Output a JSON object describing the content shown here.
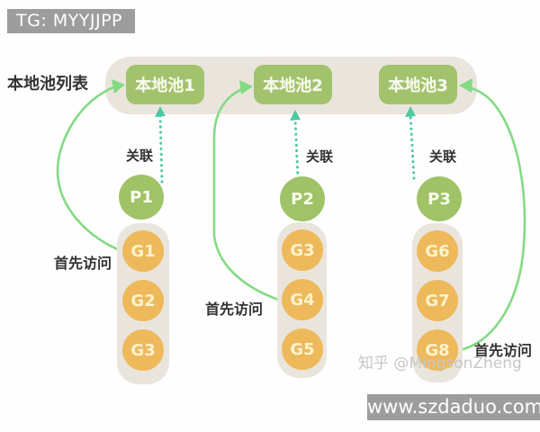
{
  "banners": {
    "tg": "TG: MYYJJPP",
    "zhihu": "知乎 @MingsonZheng",
    "site": "www.szdaduo.com"
  },
  "diagram": {
    "pool_list_label": "本地池列表",
    "pools": [
      {
        "label": "本地池1"
      },
      {
        "label": "本地池2"
      },
      {
        "label": "本地池3"
      }
    ],
    "assoc_labels": [
      "关联",
      "关联",
      "关联"
    ],
    "first_access_labels": [
      "首先访问",
      "首先访问",
      "首先访问"
    ],
    "p_nodes": [
      {
        "label": "P1"
      },
      {
        "label": "P2"
      },
      {
        "label": "P3"
      }
    ],
    "g_columns": [
      {
        "items": [
          "G1",
          "G2",
          "G3"
        ]
      },
      {
        "items": [
          "G3",
          "G4",
          "G5"
        ]
      },
      {
        "items": [
          "G6",
          "G7",
          "G8"
        ]
      }
    ]
  },
  "colors": {
    "pool_green": "#a2c36c",
    "node_green": "#9fc366",
    "g_orange": "#edb95b",
    "arrow_green": "#83da83",
    "assoc_teal": "#4cc9a2",
    "panel_beige": "#eae5dc",
    "banner_gray": "#9d9d9d",
    "watermark_gray": "#c7c7c7"
  }
}
